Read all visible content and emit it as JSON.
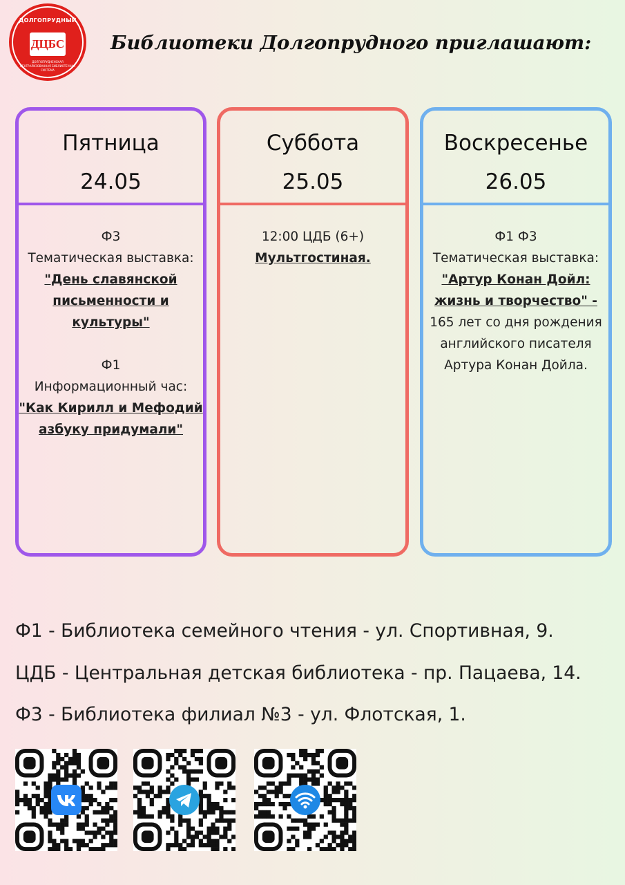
{
  "logo": {
    "top_text": "ДОЛГОПРУДНЫЙ",
    "main_text": "ДЦБС",
    "bottom_text": "ДОЛГОПРУДНЕНСКАЯ ЦЕНТРАЛИЗОВАННАЯ БИБЛИОТЕЧНАЯ СИСТЕМА"
  },
  "heading": "Библиотеки Долгопрудного приглашают:",
  "cards": [
    {
      "day": "Пятница",
      "date": "24.05",
      "events": [
        {
          "branch": "Ф3",
          "type": "Тематическая выставка:",
          "title_line1": "\"День славянской",
          "title_line2": "письменности и культуры\""
        },
        {
          "branch": "Ф1",
          "type": "Информационный час:",
          "title_line1": "\"Как Кирилл и Мефодий",
          "title_line2": "азбуку придумали\""
        }
      ]
    },
    {
      "day": "Суббота",
      "date": "25.05",
      "events": [
        {
          "time_place": "12:00 ЦДБ (6+)",
          "title": "Мультгостиная."
        }
      ]
    },
    {
      "day": "Воскресенье",
      "date": "26.05",
      "events": [
        {
          "branch": "Ф1 Ф3",
          "type": "Тематическая выставка:",
          "title_line1": "\"Артур Конан Дойл:",
          "title_line2": "жизнь и творчество\" -",
          "desc_line1": "165 лет со дня рождения",
          "desc_line2": "английского писателя",
          "desc_line3": "Артура Конан Дойла."
        }
      ]
    }
  ],
  "legend": [
    "Ф1 - Библиотека семейного чтения - ул. Спортивная, 9.",
    "ЦДБ - Центральная детская библиотека - пр. Пацаева, 14.",
    "Ф3 - Библиотека филиал №3 - ул. Флотская, 1."
  ],
  "qr_codes": [
    {
      "icon": "vk-icon",
      "color": "#2787f5"
    },
    {
      "icon": "telegram-icon",
      "color": "#2aa3e0"
    },
    {
      "icon": "wifi-icon",
      "color": "#1e88e5"
    }
  ],
  "colors": {
    "friday": "#9f57ea",
    "saturday": "#ef6a63",
    "sunday": "#6fb0ee",
    "logo": "#e0201c"
  }
}
